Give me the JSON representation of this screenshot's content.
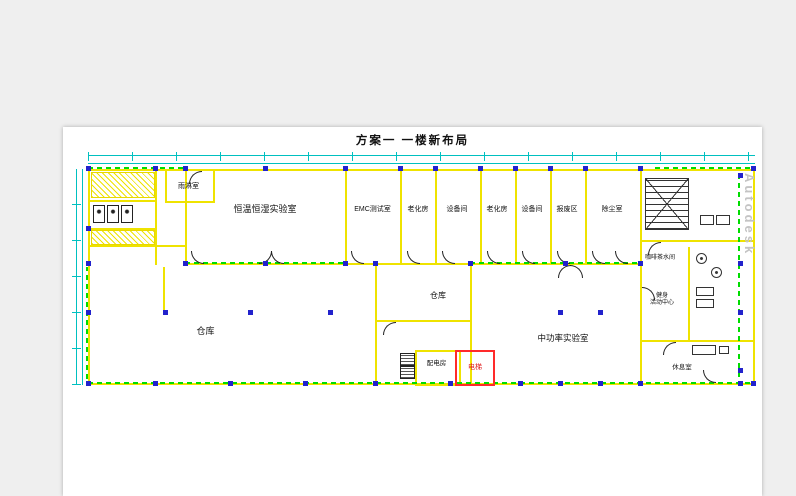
{
  "page": {
    "title": "方案一  一楼新布局",
    "watermark": "Autodesk"
  },
  "rooms": {
    "rain_room": "雨淋室",
    "humidity_lab": "恒温恒湿实验室",
    "emc_room": "EMC测试室",
    "aging_room_1": "老化房",
    "equipment_room_1": "设备间",
    "aging_room_2": "老化房",
    "equipment_room_2": "设备间",
    "scrap_area": "报废区",
    "dust_room": "除尘室",
    "warehouse_main": "仓库",
    "warehouse_small": "仓库",
    "mid_power_lab": "中功率实验室",
    "power_room": "配电房",
    "elevator": "电梯",
    "pantry": "咖啡茶水间",
    "fitness_line1": "健身",
    "fitness_line2": "活动中心",
    "lounge": "休息室"
  },
  "colors": {
    "wall_yellow": "#efe300",
    "grid_green": "#00dc00",
    "column_blue": "#2222cc",
    "dimension_cyan": "#00c0c0",
    "elevator_red": "#ff2a2a"
  }
}
